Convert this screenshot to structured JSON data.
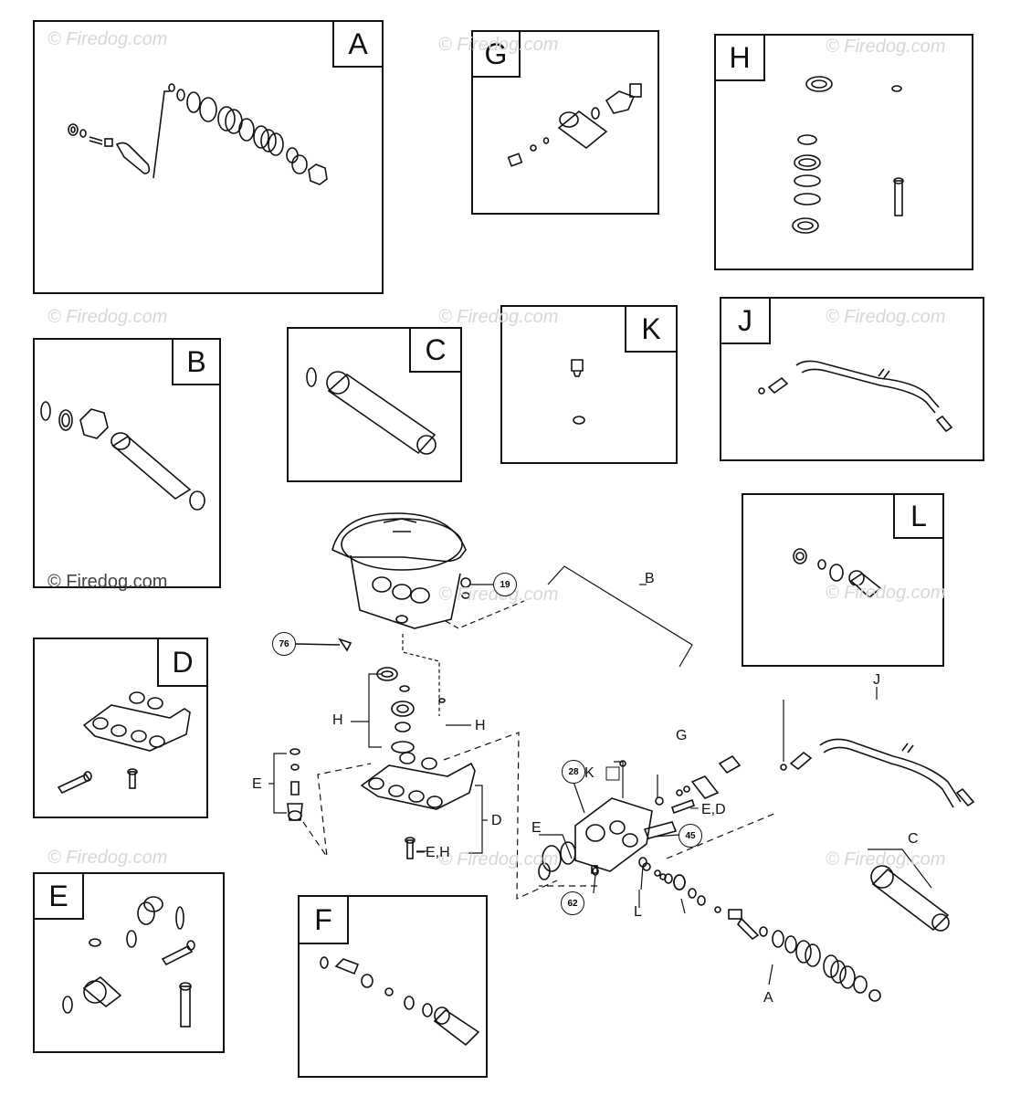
{
  "watermark": "© Firedog.com",
  "panels": {
    "A": {
      "label": "A"
    },
    "B": {
      "label": "B"
    },
    "C": {
      "label": "C"
    },
    "D": {
      "label": "D"
    },
    "E": {
      "label": "E"
    },
    "F": {
      "label": "F"
    },
    "G": {
      "label": "G"
    },
    "H": {
      "label": "H"
    },
    "J": {
      "label": "J"
    },
    "K": {
      "label": "K"
    },
    "L": {
      "label": "L"
    }
  },
  "assembly_labels": {
    "B": "B",
    "J": "J",
    "G": "G",
    "K": "K",
    "H_left": "H",
    "H_right": "H",
    "E_left": "E",
    "E_mid": "E",
    "D": "D",
    "C": "C",
    "L": "L",
    "A": "A",
    "ED": "E,D",
    "EH": "E,H"
  },
  "callouts": {
    "c19": "19",
    "c76": "76",
    "c28": "28",
    "c45": "45",
    "c62": "62"
  }
}
